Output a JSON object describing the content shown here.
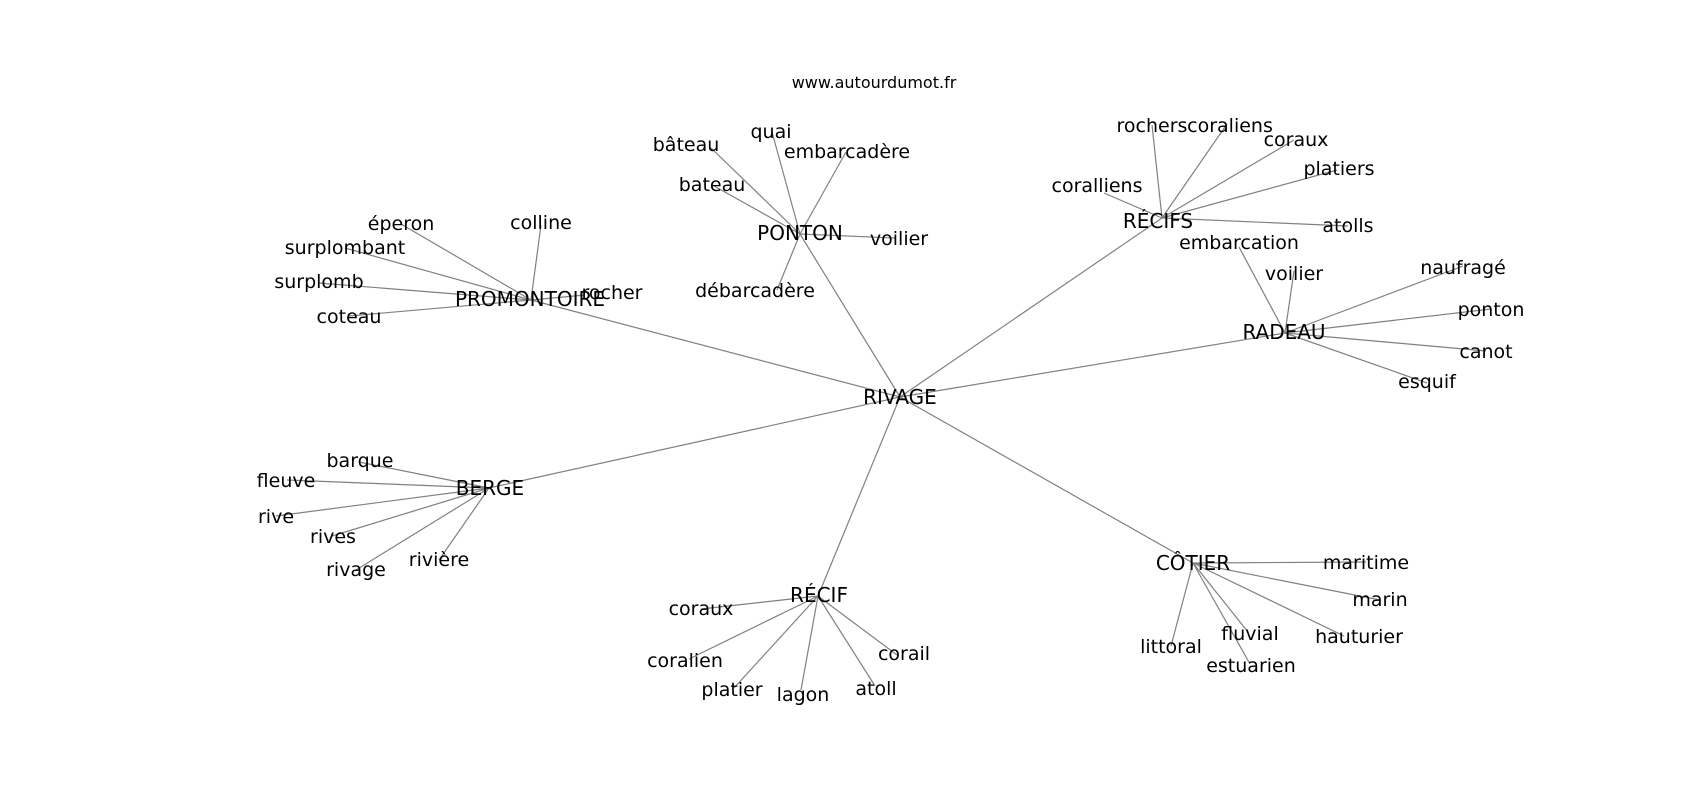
{
  "source": "www.autourdumot.fr",
  "root": "RIVAGE",
  "clusters": [
    {
      "hub": "PONTON",
      "words": [
        "bâteau",
        "quai",
        "embarcadère",
        "bateau",
        "voilier",
        "débarcadère"
      ]
    },
    {
      "hub": "RÉCIFS",
      "words": [
        "rochers",
        "coraliens",
        "coraux",
        "platiers",
        "coralliens",
        "atolls"
      ]
    },
    {
      "hub": "PROMONTOIRE",
      "words": [
        "éperon",
        "colline",
        "surplombant",
        "surplomb",
        "rocher",
        "coteau"
      ]
    },
    {
      "hub": "RADEAU",
      "words": [
        "embarcation",
        "voilier",
        "naufragé",
        "ponton",
        "canot",
        "esquif"
      ]
    },
    {
      "hub": "BERGE",
      "words": [
        "barque",
        "fleuve",
        "rive",
        "rives",
        "rivage",
        "rivière"
      ]
    },
    {
      "hub": "CÔTIER",
      "words": [
        "maritime",
        "marin",
        "fluvial",
        "hauturier",
        "littoral",
        "estuarien"
      ]
    },
    {
      "hub": "RÉCIF",
      "words": [
        "coraux",
        "corail",
        "coralien",
        "platier",
        "lagon",
        "atoll"
      ]
    }
  ]
}
